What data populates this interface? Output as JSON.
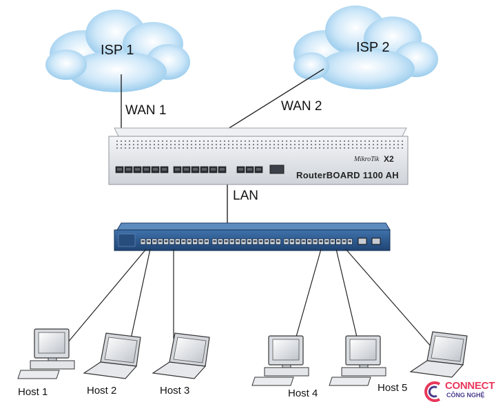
{
  "isp1": {
    "label": "ISP 1"
  },
  "isp2": {
    "label": "ISP 2"
  },
  "links": {
    "wan1": "WAN 1",
    "wan2": "WAN 2",
    "lan": "LAN"
  },
  "router": {
    "brand": "MikroTik",
    "model": "X2",
    "name": "RouterBOARD 1100 AH"
  },
  "hosts": [
    {
      "label": "Host 1",
      "kind": "desktop"
    },
    {
      "label": "Host 2",
      "kind": "laptop"
    },
    {
      "label": "Host 3",
      "kind": "laptop"
    },
    {
      "label": "Host 4",
      "kind": "desktop"
    },
    {
      "label": "Host 5",
      "kind": "desktop"
    },
    {
      "label": "",
      "kind": "laptop"
    }
  ],
  "logo": {
    "text": "CONNECT",
    "subtext": "CÔNG NGHỆ"
  },
  "colors": {
    "cloud": "#a9d6f2",
    "switch": "#2f5d92",
    "router": "#e4e6ea",
    "logo_accent": "#e8375b",
    "logo_dark": "#4a3b8c"
  }
}
